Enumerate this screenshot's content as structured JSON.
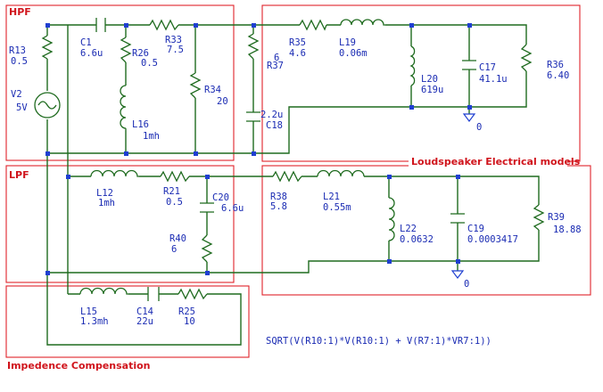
{
  "sections": {
    "hpf": "HPF",
    "lpf": "LPF",
    "loudspeaker": "Loudspeaker Electrical models",
    "impedance": "Impedence Compensation"
  },
  "components": {
    "r13": {
      "name": "R13",
      "value": "0.5"
    },
    "v2": {
      "name": "V2",
      "value": "5V"
    },
    "c1": {
      "name": "C1",
      "value": "6.6u"
    },
    "r26": {
      "name": "R26",
      "value": "0.5"
    },
    "r33": {
      "name": "R33",
      "value": "7.5"
    },
    "r34": {
      "name": "R34",
      "value": "20"
    },
    "l16": {
      "name": "L16",
      "value": "1mh"
    },
    "r37": {
      "name": "R37",
      "value": "6"
    },
    "c18": {
      "name": "C18",
      "value": "2.2u"
    },
    "r35": {
      "name": "R35",
      "value": "4.6"
    },
    "l19": {
      "name": "L19",
      "value": "0.06m"
    },
    "l20": {
      "name": "L20",
      "value": "619u"
    },
    "c17": {
      "name": "C17",
      "value": "41.1u"
    },
    "r36": {
      "name": "R36",
      "value": "6.40"
    },
    "l12": {
      "name": "L12",
      "value": "1mh"
    },
    "r21": {
      "name": "R21",
      "value": "0.5"
    },
    "c20": {
      "name": "C20",
      "value": "6.6u"
    },
    "r40": {
      "name": "R40",
      "value": "6"
    },
    "r38": {
      "name": "R38",
      "value": "5.8"
    },
    "l21": {
      "name": "L21",
      "value": "0.55m"
    },
    "l22": {
      "name": "L22",
      "value": "0.0632"
    },
    "c19": {
      "name": "C19",
      "value": "0.0003417"
    },
    "r39": {
      "name": "R39",
      "value": "18.88"
    },
    "l15": {
      "name": "L15",
      "value": "1.3mh"
    },
    "c14": {
      "name": "C14",
      "value": "22u"
    },
    "r25": {
      "name": "R25",
      "value": "10"
    }
  },
  "ground_labels": {
    "g1": "0",
    "g2": "0"
  },
  "expression": "SQRT(V(R10:1)*V(R10:1) + V(R7:1)*VR7:1))",
  "colors": {
    "wire": "#1f6b1f",
    "label": "#1a2bb3",
    "section_box": "#e0222a",
    "section_text": "#d0141c",
    "node": "#1f3fd1"
  }
}
